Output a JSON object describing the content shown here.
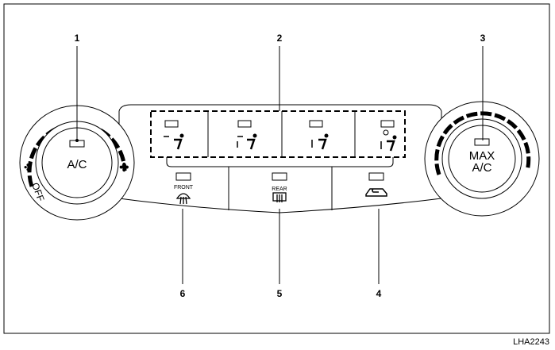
{
  "callouts": {
    "c1": "1",
    "c2": "2",
    "c3": "3",
    "c4": "4",
    "c5": "5",
    "c6": "6"
  },
  "left_knob": {
    "label": "A/C",
    "off_label": "OFF"
  },
  "right_knob": {
    "label_line1": "MAX",
    "label_line2": "A/C"
  },
  "buttons": {
    "front": "FRONT",
    "rear": "REAR"
  },
  "figure_id": "LHA2243"
}
